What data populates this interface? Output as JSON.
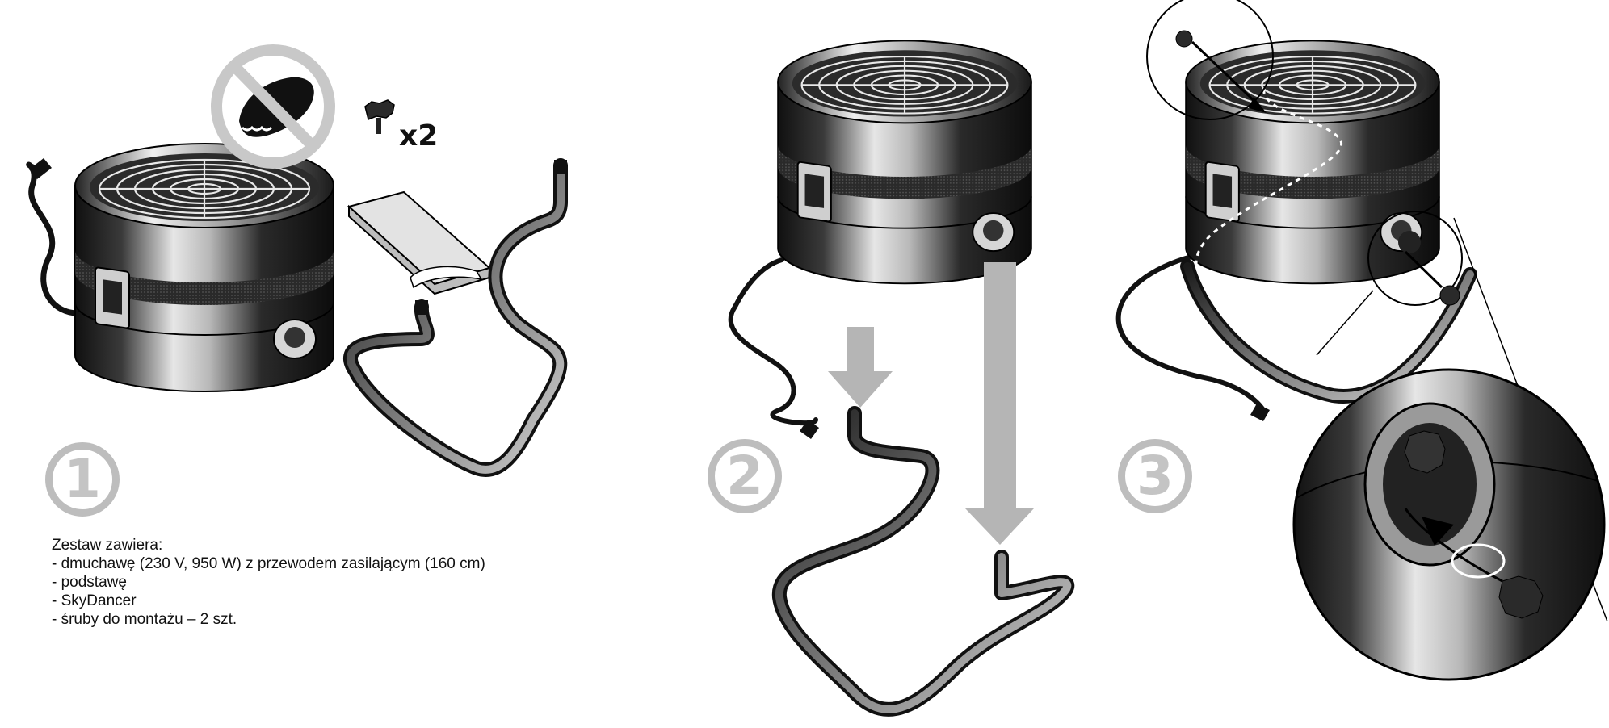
{
  "steps": [
    {
      "number": "1"
    },
    {
      "number": "2"
    },
    {
      "number": "3"
    }
  ],
  "kit": {
    "screw_quantity": "x2",
    "title": "Zestaw zawiera:",
    "items": [
      "- dmuchawę (230 V, 950 W) z przewodem zasilającym (160 cm)",
      "- podstawę",
      "- SkyDancer",
      "- śruby do montażu – 2 szt."
    ]
  },
  "icons": {
    "prohibited": "no-hand-inside-icon",
    "screw": "thumb-screw-icon",
    "arrow": "down-arrow-icon"
  },
  "colors": {
    "metal_dark": "#1e1e1e",
    "metal_light": "#d8d8d8",
    "step_circle": "#bdbdbd",
    "arrow_grey": "#b5b5b5",
    "text": "#111111"
  }
}
